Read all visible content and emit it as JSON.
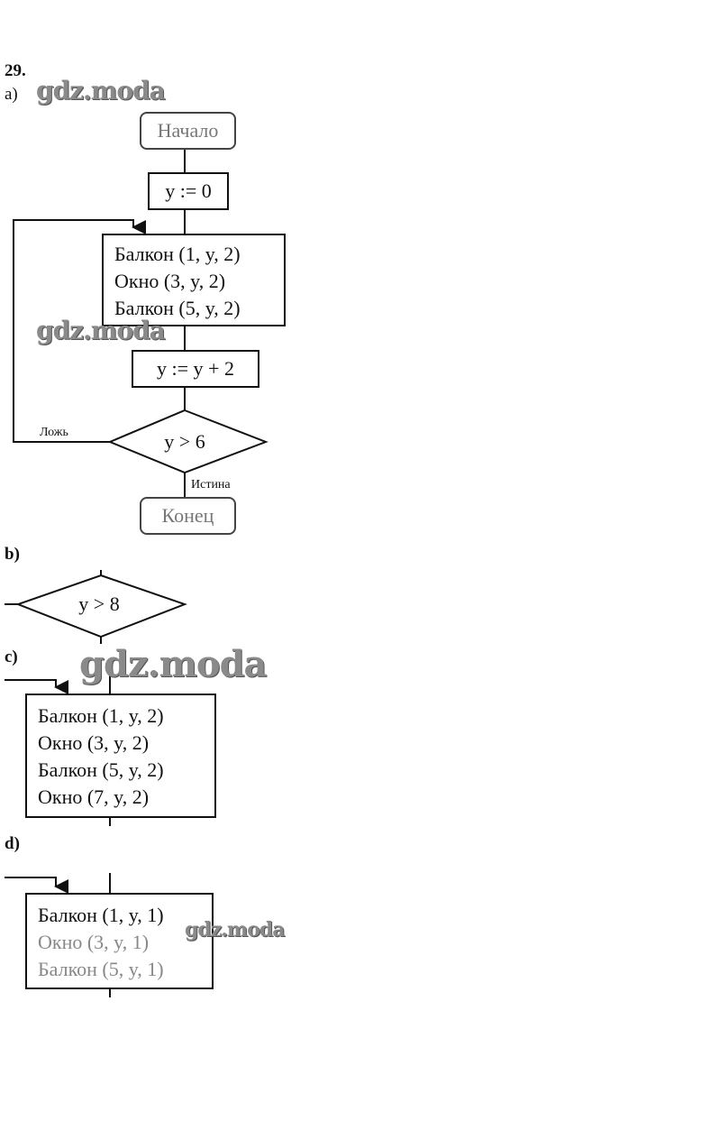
{
  "task_number": "29.",
  "watermark": "gdz.moda",
  "parts": {
    "a": {
      "label": "a)",
      "start": "Начало",
      "init": "y := 0",
      "body": [
        "Балкон (1, y, 2)",
        "Окно (3, y, 2)",
        "Балкон (5, y, 2)"
      ],
      "increment": "y := y + 2",
      "condition": "y > 6",
      "false_label": "Ложь",
      "true_label": "Истина",
      "end": "Конец"
    },
    "b": {
      "label": "b)",
      "condition": "y > 8"
    },
    "c": {
      "label": "c)",
      "body": [
        "Балкон (1, y, 2)",
        "Окно (3, y, 2)",
        "Балкон (5, y, 2)",
        "Окно (7, y, 2)"
      ]
    },
    "d": {
      "label": "d)",
      "body": [
        "Балкон (1, y, 1)",
        "Окно (3, y, 1)",
        "Балкон (5, y, 1)"
      ]
    }
  }
}
